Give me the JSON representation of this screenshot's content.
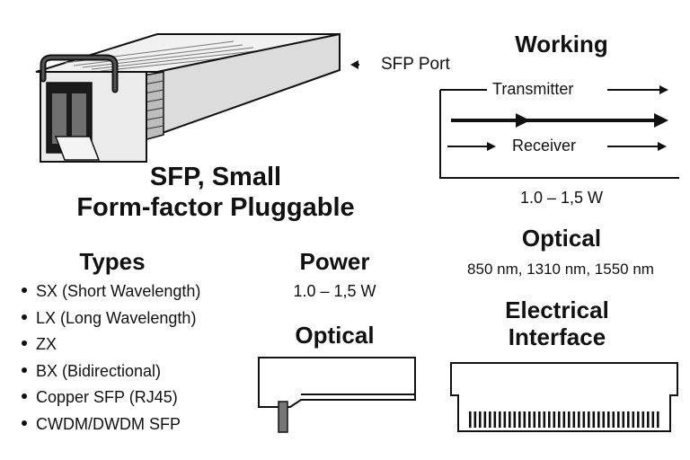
{
  "module": {
    "port_label": "SFP Port",
    "title_line1": "SFP, Small",
    "title_line2": "Form-factor Pluggable"
  },
  "working": {
    "heading": "Working",
    "transmitter": "Transmitter",
    "receiver": "Receiver",
    "power": "1.0 – 1,5 W"
  },
  "optical_top": {
    "heading": "Optical",
    "wavelengths": "850 nm, 1310 nm, 1550 nm"
  },
  "types": {
    "heading": "Types",
    "items": [
      "SX (Short Wavelength)",
      "LX (Long Wavelength)",
      "ZX",
      "BX (Bidirectional)",
      "Copper SFP (RJ45)",
      "CWDM/DWDM SFP"
    ]
  },
  "power": {
    "heading": "Power",
    "value": "1.0 – 1,5 W"
  },
  "optical_bottom": {
    "heading": "Optical"
  },
  "electrical": {
    "heading_line1": "Electrical",
    "heading_line2": "Interface"
  }
}
